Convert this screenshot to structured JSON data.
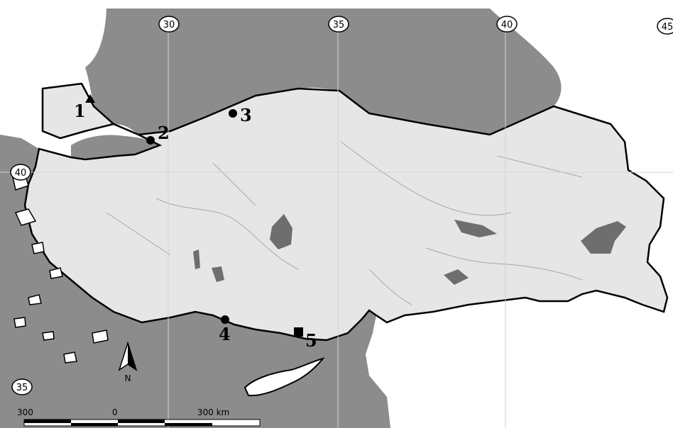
{
  "map": {
    "grid_labels": {
      "lon_30": "30",
      "lon_35": "35",
      "lon_40": "40",
      "lon_45": "45",
      "lat_40": "40",
      "lat_35": "35"
    },
    "sites": [
      {
        "id": "1",
        "label": "1",
        "symbol": "triangle"
      },
      {
        "id": "2",
        "label": "2",
        "symbol": "circle"
      },
      {
        "id": "3",
        "label": "3",
        "symbol": "circle"
      },
      {
        "id": "4",
        "label": "4",
        "symbol": "circle"
      },
      {
        "id": "5",
        "label": "5",
        "symbol": "square"
      }
    ],
    "north_arrow": {
      "label": "N"
    },
    "scale_bar": {
      "left": "300",
      "middle": "0",
      "right": "300 km"
    },
    "colors": {
      "sea": "#8c8c8c",
      "turkey": "#e6e6e6",
      "neighbors": "#ffffff",
      "lakes": "#6e6e6e",
      "borders": "#000000",
      "rivers": "#a8a8a8",
      "grid": "#d2d2d2"
    }
  }
}
